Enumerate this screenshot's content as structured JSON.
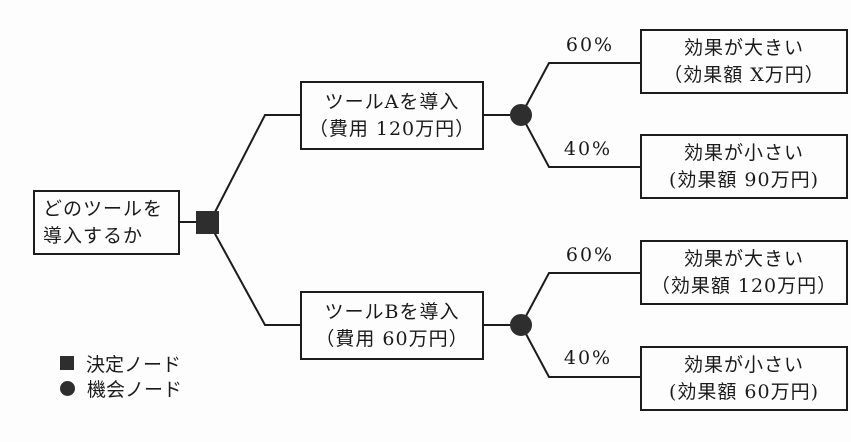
{
  "tree": {
    "root": {
      "line1": "どのツールを",
      "line2": "導入するか"
    },
    "branches": [
      {
        "line1": "ツールAを導入",
        "line2": "（費用 120万円）"
      },
      {
        "line1": "ツールBを導入",
        "line2": "（費用 60万円）"
      }
    ],
    "outcomes": [
      {
        "prob": "60%",
        "line1": "効果が大きい",
        "line2": "（効果額 X万円）"
      },
      {
        "prob": "40%",
        "line1": "効果が小さい",
        "line2": "(効果額 90万円)"
      },
      {
        "prob": "60%",
        "line1": "効果が大きい",
        "line2": "（効果額 120万円）"
      },
      {
        "prob": "40%",
        "line1": "効果が小さい",
        "line2": "(効果額 60万円)"
      }
    ],
    "legend": {
      "decision_label": "決定ノード",
      "chance_label": "機会ノード",
      "decision_icon": "filled-square",
      "chance_icon": "filled-circle"
    },
    "colors": {
      "line": "#1c1c1c",
      "node_fill": "#2e2e2e",
      "background": "#fdfdfd",
      "text": "#1a1a1a"
    }
  }
}
